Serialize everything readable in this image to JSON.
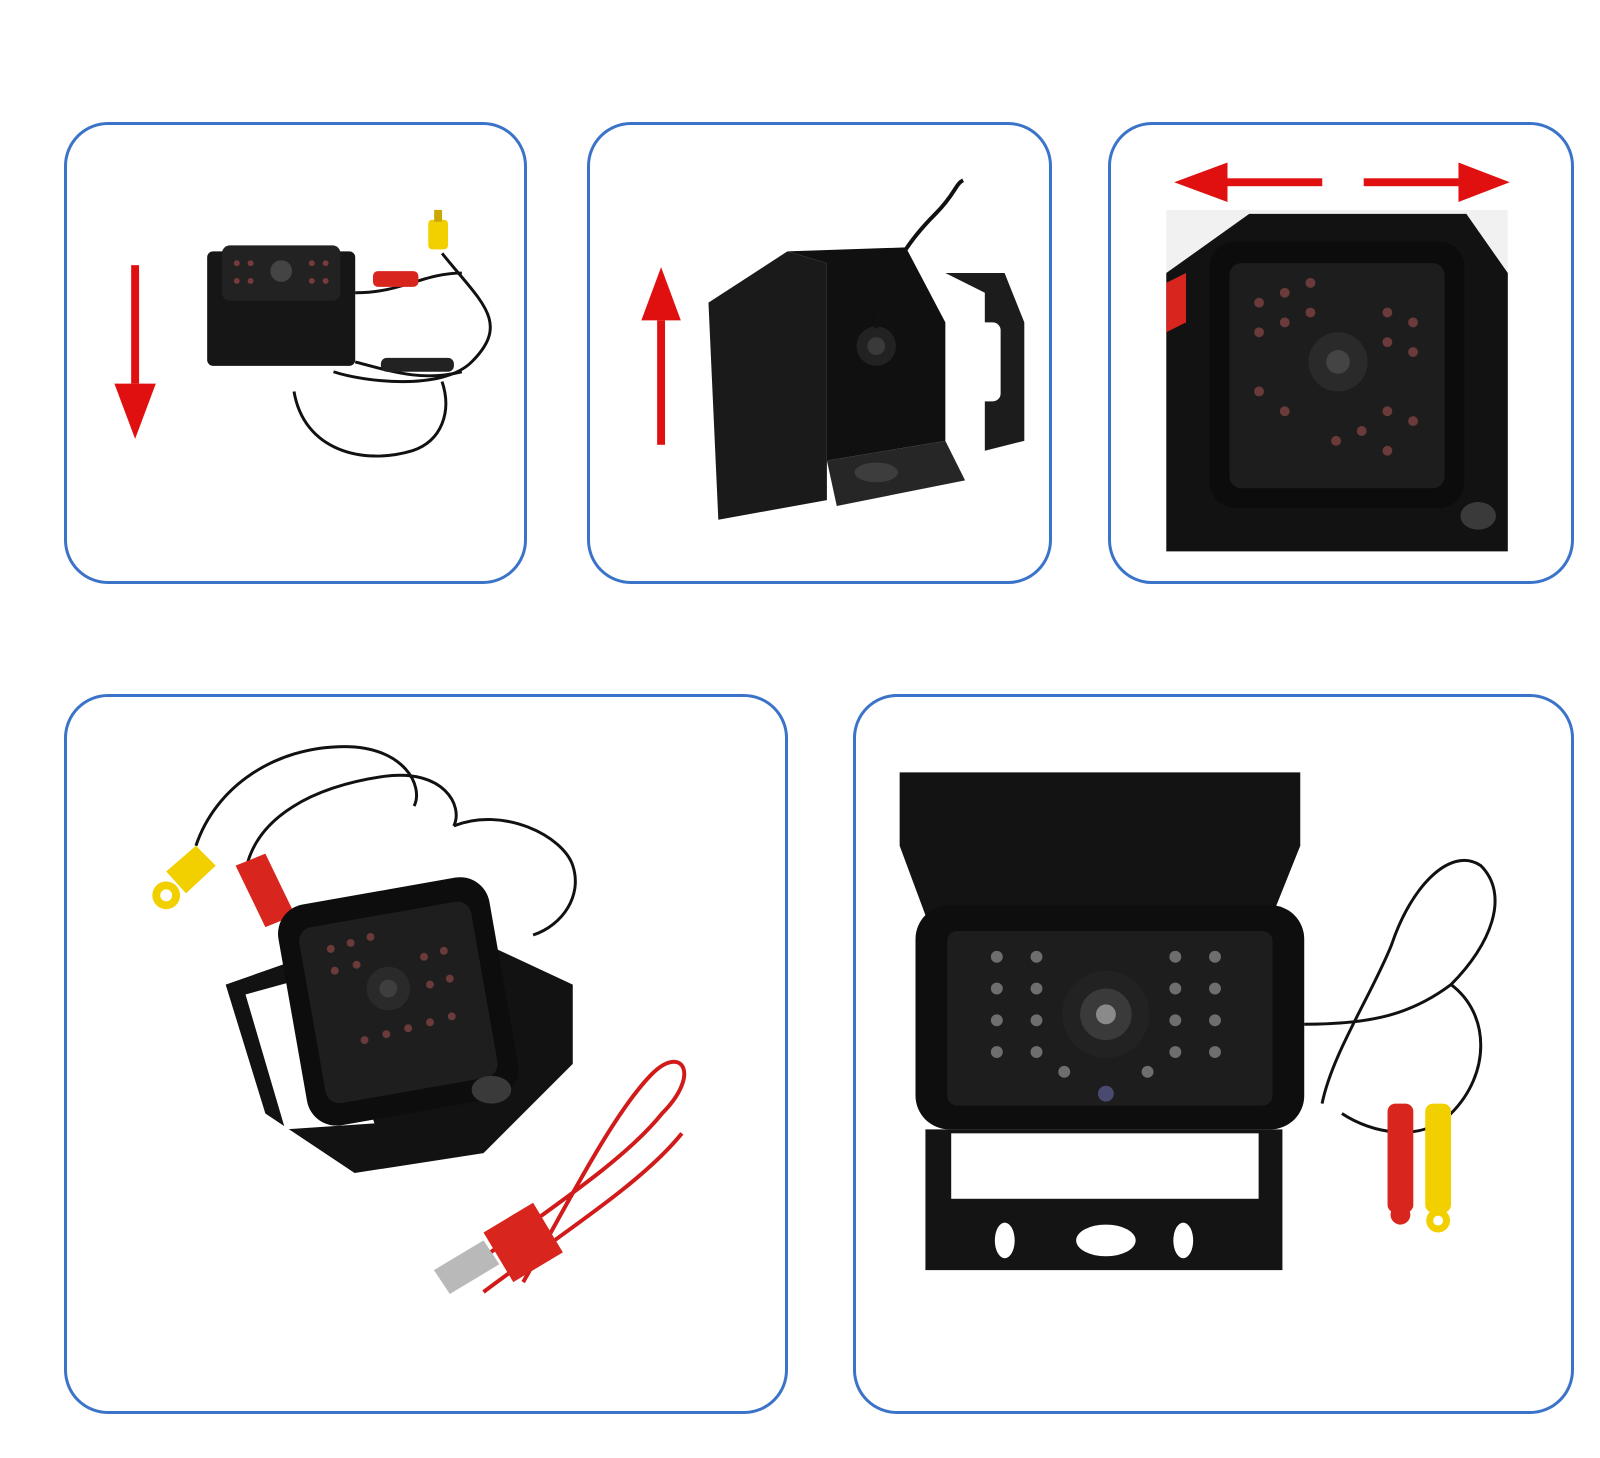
{
  "colors": {
    "frame_border": "#3b73c9",
    "arrow": "#e01010",
    "camera_body": "#161616",
    "rca_yellow": "#f2d000",
    "rca_red": "#d8261e",
    "power_wire_red": "#d11a1a"
  },
  "panels": [
    {
      "id": "tilt-down",
      "arrows": [
        "arrow-down-icon"
      ]
    },
    {
      "id": "tilt-up",
      "arrows": [
        "arrow-up-icon"
      ]
    },
    {
      "id": "rotate-left-right",
      "arrows": [
        "arrow-left-icon",
        "arrow-right-icon"
      ]
    },
    {
      "id": "camera-kit",
      "arrows": []
    },
    {
      "id": "camera-front",
      "arrows": []
    }
  ]
}
